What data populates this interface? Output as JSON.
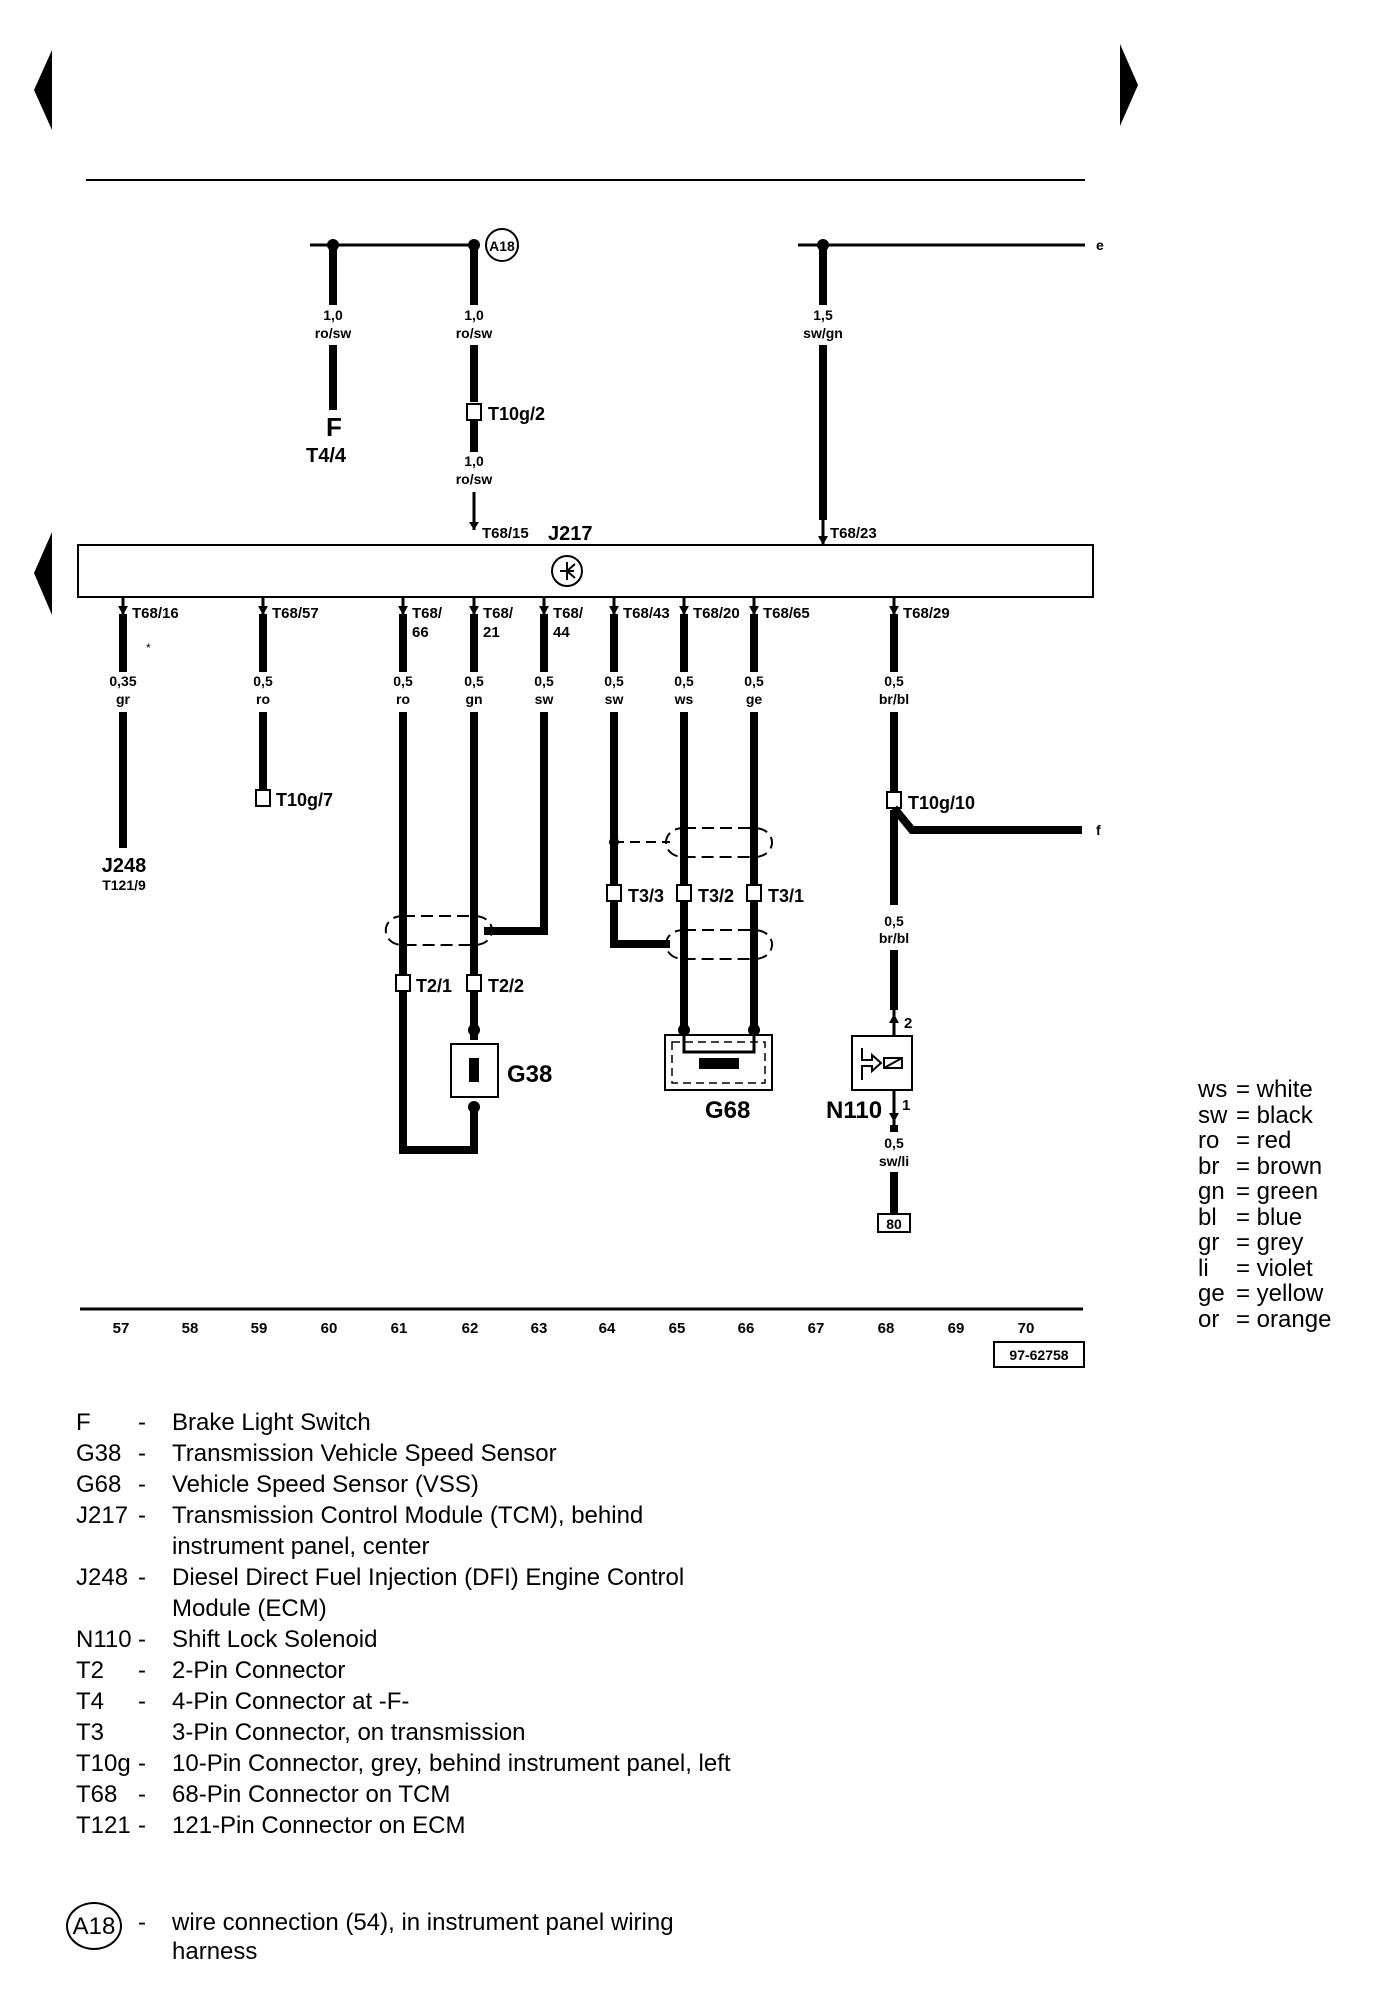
{
  "nav": {
    "prev_icon": "left-arrow-icon",
    "next_icon": "right-arrow-icon"
  },
  "diagram": {
    "component_codes": {
      "J217": "J217",
      "F": "F",
      "T4_4": "T4/4",
      "J248": "J248",
      "T121_9": "T121/9",
      "G38": "G38",
      "G68": "G68",
      "N110": "N110",
      "A18": "A18",
      "ground": "80",
      "ref": "97-62758"
    },
    "top_wires": [
      {
        "gauge": "1,0",
        "color": "ro/sw"
      },
      {
        "gauge": "1,0",
        "color": "ro/sw"
      },
      {
        "gauge": "1,0",
        "color": "ro/sw"
      },
      {
        "gauge": "1,5",
        "color": "sw/gn"
      }
    ],
    "top_pins": [
      "T68/15",
      "T68/23"
    ],
    "connectors": [
      "T10g/2",
      "T10g/7",
      "T10g/10",
      "T3/3",
      "T3/2",
      "T3/1",
      "T2/1",
      "T2/2"
    ],
    "edge_labels": [
      "e",
      "f"
    ],
    "bottom_pins": [
      {
        "pin": "T68/16",
        "gauge": "0,35",
        "color": "gr"
      },
      {
        "pin": "T68/57",
        "gauge": "0,5",
        "color": "ro"
      },
      {
        "pin": "T68/66",
        "gauge": "0,5",
        "color": "ro"
      },
      {
        "pin": "T68/21",
        "gauge": "0,5",
        "color": "gn"
      },
      {
        "pin": "T68/44",
        "gauge": "0,5",
        "color": "sw"
      },
      {
        "pin": "T68/43",
        "gauge": "0,5",
        "color": "sw"
      },
      {
        "pin": "T68/20",
        "gauge": "0,5",
        "color": "ws"
      },
      {
        "pin": "T68/65",
        "gauge": "0,5",
        "color": "ge"
      },
      {
        "pin": "T68/29",
        "gauge": "0,5",
        "color": "br/bl"
      }
    ],
    "n110_wires": [
      {
        "gauge": "0,5",
        "color": "br/bl"
      },
      {
        "gauge": "0,5",
        "color": "sw/li"
      }
    ],
    "n110_pins": [
      "2",
      "1"
    ],
    "asterisk": "*",
    "grid_numbers": [
      "57",
      "58",
      "59",
      "60",
      "61",
      "62",
      "63",
      "64",
      "65",
      "66",
      "67",
      "68",
      "69",
      "70"
    ]
  },
  "color_legend": [
    {
      "abbr": "ws",
      "name": "= white"
    },
    {
      "abbr": "sw",
      "name": "= black"
    },
    {
      "abbr": "ro",
      "name": "= red"
    },
    {
      "abbr": "br",
      "name": "= brown"
    },
    {
      "abbr": "gn",
      "name": "= green"
    },
    {
      "abbr": "bl",
      "name": "= blue"
    },
    {
      "abbr": "gr",
      "name": "= grey"
    },
    {
      "abbr": "li",
      "name": "= violet"
    },
    {
      "abbr": "ge",
      "name": "= yellow"
    },
    {
      "abbr": "or",
      "name": "= orange"
    }
  ],
  "legend": [
    {
      "code": "F",
      "dash": "-",
      "desc": "Brake Light Switch"
    },
    {
      "code": "G38",
      "dash": "-",
      "desc": "Transmission Vehicle Speed Sensor"
    },
    {
      "code": "G68",
      "dash": "-",
      "desc": "Vehicle Speed Sensor (VSS)"
    },
    {
      "code": "J217",
      "dash": "-",
      "desc": "Transmission Control Module (TCM), behind instrument panel, center"
    },
    {
      "code": "J248",
      "dash": "-",
      "desc": "Diesel Direct Fuel Injection (DFI) Engine Control Module (ECM)"
    },
    {
      "code": "N110",
      "dash": "-",
      "desc": "Shift Lock Solenoid"
    },
    {
      "code": "T2",
      "dash": "-",
      "desc": "2-Pin Connector"
    },
    {
      "code": "T4",
      "dash": "-",
      "desc": "4-Pin Connector at -F-"
    },
    {
      "code": "T3",
      "dash": "",
      "desc": "3-Pin Connector, on transmission"
    },
    {
      "code": "T10g",
      "dash": "-",
      "desc": "10-Pin Connector, grey, behind instrument panel, left"
    },
    {
      "code": "T68",
      "dash": "-",
      "desc": "68-Pin Connector on TCM"
    },
    {
      "code": "T121",
      "dash": "-",
      "desc": "121-Pin Connector on ECM"
    }
  ],
  "a18_legend": {
    "code": "A18",
    "dash": "-",
    "desc": "wire connection (54), in instrument panel wiring harness"
  }
}
